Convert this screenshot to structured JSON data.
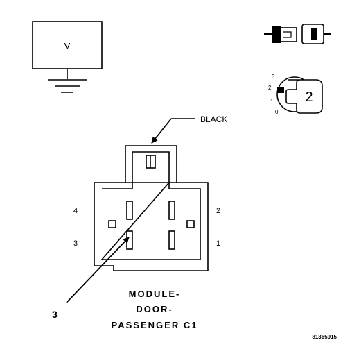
{
  "meter": {
    "label": "V"
  },
  "connector_icon": {
    "positions": [
      "3",
      "2",
      "1",
      "0"
    ],
    "selected": "2"
  },
  "callout": {
    "color_label": "BLACK",
    "pointer_number": "3"
  },
  "pin_labels": {
    "pin4": "4",
    "pin3": "3",
    "pin2": "2",
    "pin1": "1"
  },
  "title": {
    "line1": "MODULE-",
    "line2": "DOOR-",
    "line3": "PASSENGER C1"
  },
  "figure_id": "81365915"
}
